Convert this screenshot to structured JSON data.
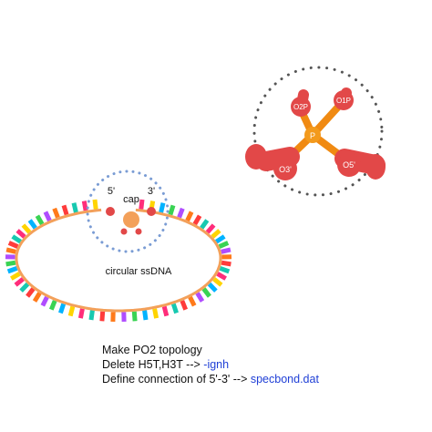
{
  "ssdna": {
    "label": "circular ssDNA",
    "five_prime": "5'",
    "three_prime": "3'",
    "cap_label": "cap",
    "tick_colors": [
      "#ff2d7a",
      "#ffd400",
      "#00b3ff",
      "#39d353",
      "#b04dff",
      "#ff7a1a",
      "#ff3b3b",
      "#17c9b0"
    ]
  },
  "phosphate": {
    "atoms": {
      "p": "P",
      "o1p": "O1P",
      "o2p": "O2P",
      "o3": "O3'",
      "o5": "O5'"
    }
  },
  "instructions": {
    "line1": "Make PO2 topology",
    "line2_prefix": "Delete H5T,H3T -->",
    "line2_flag": "-ignh",
    "line3_prefix": "Define connection of 5'-3' -->",
    "line3_file": "specbond.dat"
  }
}
